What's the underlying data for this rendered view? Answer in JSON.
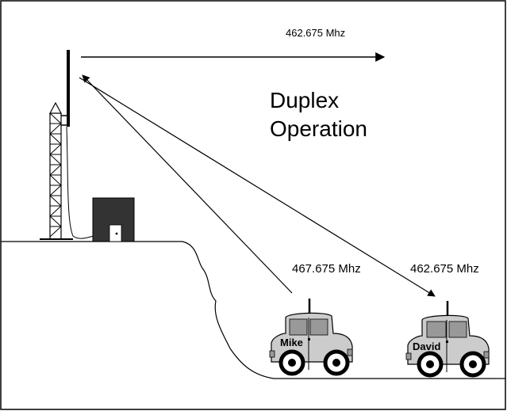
{
  "title_line1": "Duplex",
  "title_line2": "Operation",
  "labels": {
    "repeater_output_freq": "462.675 Mhz",
    "mike_transmit_freq": "467.675 Mhz",
    "david_receive_freq": "462.675 Mhz"
  },
  "vehicles": {
    "mike_name": "Mike",
    "david_name": "David"
  },
  "colors": {
    "line": "#000000",
    "building": "#333333",
    "car_body": "#cccccc",
    "car_window": "#999999",
    "door": "#ffffff"
  }
}
